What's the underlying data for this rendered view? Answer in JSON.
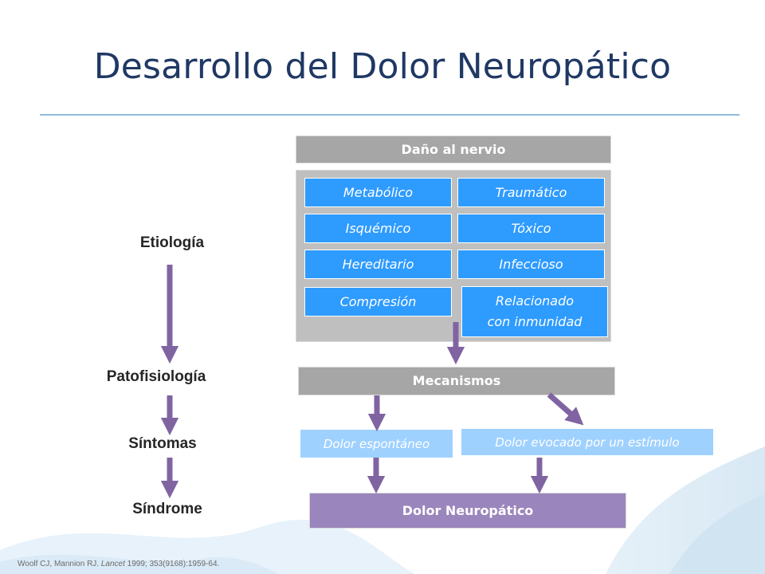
{
  "slide": {
    "title": "Desarrollo del Dolor Neuropático"
  },
  "left_labels": {
    "etiologia": "Etiología",
    "patofisiologia": "Patofisiología",
    "sintomas": "Síntomas",
    "sindrome": "Síndrome"
  },
  "diagram": {
    "damage_header": "Daño al nervio",
    "causes": {
      "metabolico": "Metabólico",
      "traumatico": "Traumático",
      "isquemico": "Isquémico",
      "toxico": "Tóxico",
      "hereditario": "Hereditario",
      "infeccioso": "Infeccioso",
      "compresion": "Compresión",
      "inmunidad_line1": "Relacionado",
      "inmunidad_line2": "con inmunidad"
    },
    "mechanisms": "Mecanismos",
    "spontaneous_pain": "Dolor espontáneo",
    "evoked_pain": "Dolor evocado por un estímulo",
    "neuropathic_pain": "Dolor Neuropático"
  },
  "citation": {
    "before": "Woolf CJ, Mannion RJ. ",
    "journal": "Lancet",
    "after": " 1999; 353(9168):1959-64."
  },
  "colors": {
    "title": "#1f3864",
    "arrow": "#8064a2",
    "cause_box": "#2e9bff",
    "symptom_box": "#9fd1ff",
    "grey_box": "#a6a6a6",
    "final_box": "#9b85bd"
  }
}
